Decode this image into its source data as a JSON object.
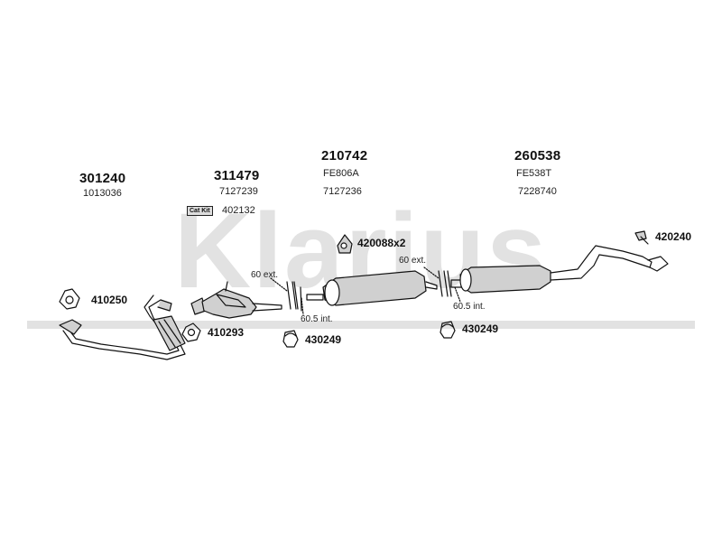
{
  "watermark": "Klarius",
  "colors": {
    "watermark": "#e2e2e2",
    "ink": "#111111",
    "part_fill": "#d0d0d0"
  },
  "parts": {
    "front_pipe": {
      "number": "301240",
      "oe": "1013036"
    },
    "catalyst": {
      "number": "311479",
      "oe": "7127239",
      "cat_kit_label": "Cat Kit",
      "cat_kit_number": "402132"
    },
    "middle_silencer": {
      "number": "210742",
      "code": "FE806A",
      "oe": "7127236"
    },
    "rear_silencer": {
      "number": "260538",
      "code": "FE538T",
      "oe": "7228740"
    }
  },
  "fittings": {
    "gasket": "410250",
    "flange": "410293",
    "rubber_mount_x2": "420088x2",
    "clamp_a": "430249",
    "clamp_b": "430249",
    "tail_mount": "420240"
  },
  "joints": {
    "a_ext": "60 ext.",
    "a_int": "60.5 int.",
    "b_ext": "60 ext.",
    "b_int": "60.5 int."
  }
}
